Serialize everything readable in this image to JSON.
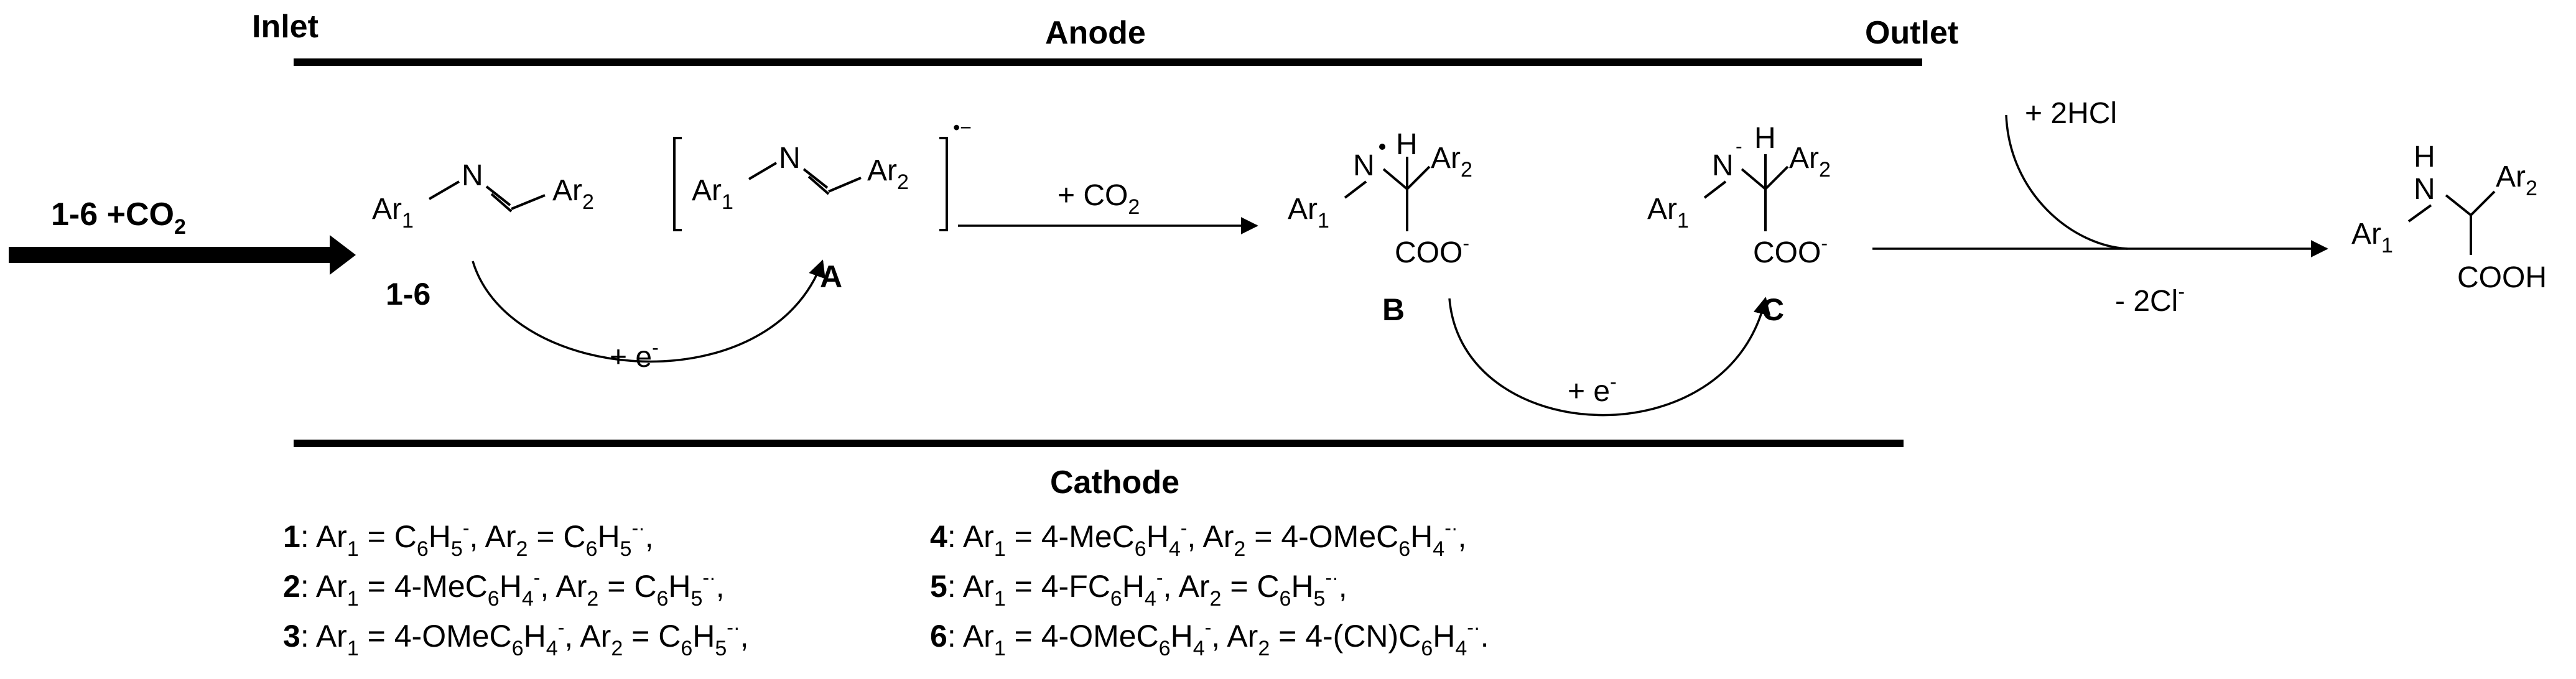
{
  "labels": {
    "inlet": "Inlet",
    "anode": "Anode",
    "outlet": "Outlet",
    "cathode": "Cathode",
    "feed": "1-6 +CO",
    "feed_sub": "2"
  },
  "species": {
    "imine_label": "1-6",
    "radical_anion_label": "A",
    "radical_label": "B",
    "anion_label": "C",
    "ar": "Ar",
    "n": "N",
    "h": "H",
    "coo": "COO",
    "cooh": "COOH",
    "charge_minus": "-",
    "radical_anion_charge": "•−"
  },
  "reagents": {
    "co2": "+ CO",
    "co2_sub": "2",
    "electron1": "+ e",
    "electron2": "+ e",
    "electron_sup": "-",
    "hcl": "+ 2HCl",
    "chloride": "- 2Cl",
    "chloride_sup": "-"
  },
  "legend": [
    {
      "num": "1",
      "ar1": "C6H5",
      "ar2": "C6H5",
      "tail": ","
    },
    {
      "num": "2",
      "ar1": "4-MeC6H4",
      "ar2": "C6H5",
      "tail": ","
    },
    {
      "num": "3",
      "ar1": "4-OMeC6H4",
      "ar2": "C6H5",
      "tail": ","
    },
    {
      "num": "4",
      "ar1": "4-MeC6H4",
      "ar2": "4-OMeC6H4",
      "tail": ","
    },
    {
      "num": "5",
      "ar1": "4-FC6H4",
      "ar2": "C6H5",
      "tail": ","
    },
    {
      "num": "6",
      "ar1": "4-OMeC6H4",
      "ar2": "4-(CN)C6H4",
      "tail": "."
    }
  ]
}
